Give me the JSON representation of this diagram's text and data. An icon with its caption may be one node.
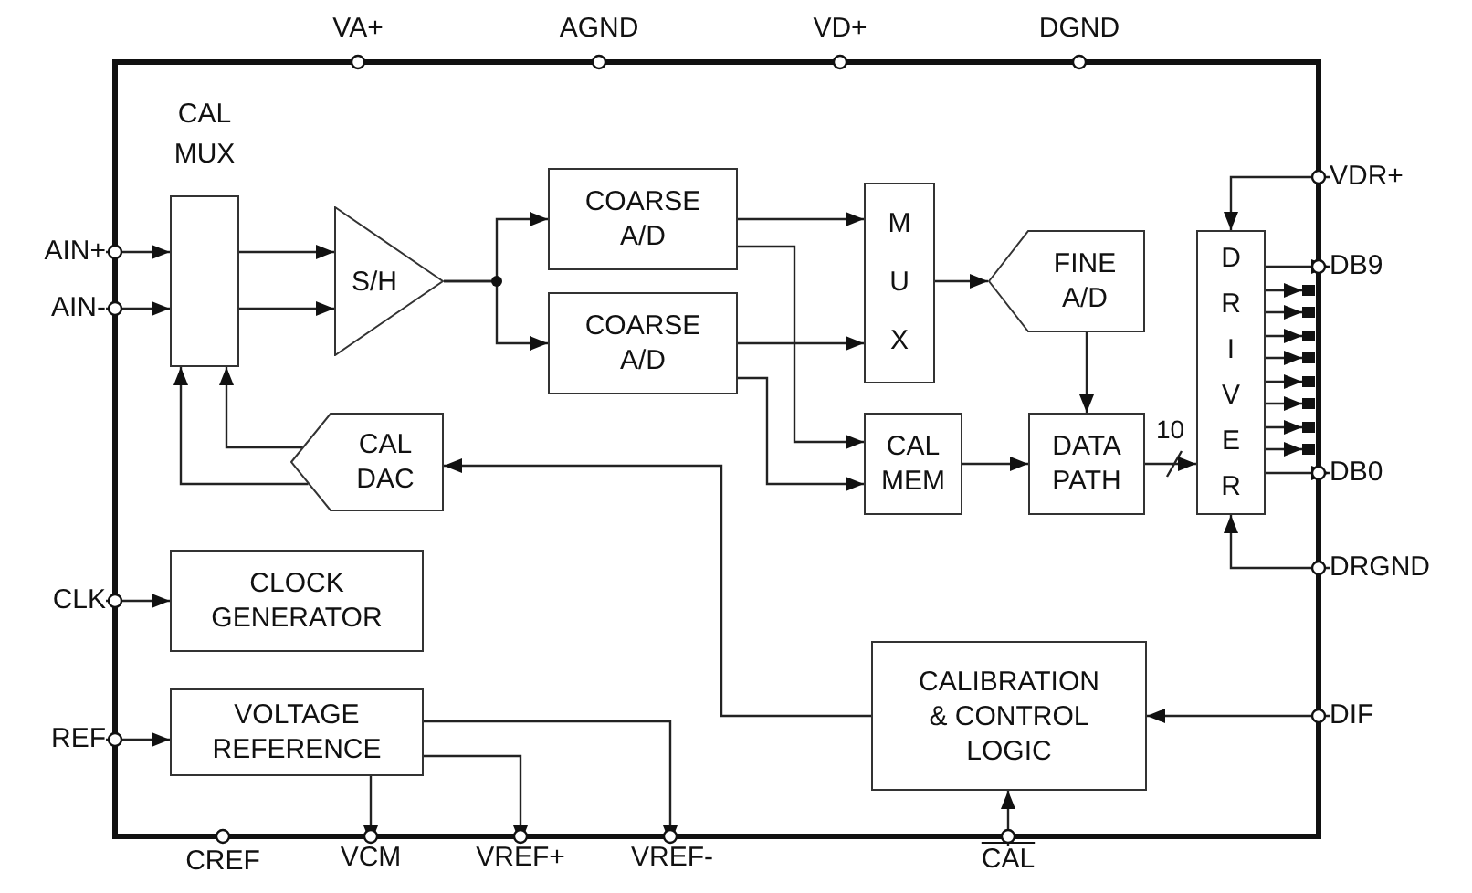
{
  "diagram": {
    "nodes": [
      {
        "text": [
          "AIN+"
        ]
      },
      {
        "text": [
          "AIN-"
        ]
      },
      {
        "text": [
          "CAL MUX"
        ]
      },
      {
        "text": [
          "S/H"
        ]
      },
      {
        "text": [
          "COARSE A/D"
        ]
      },
      {
        "text": [
          "COARSE A/D"
        ]
      },
      {
        "text": [
          "M U X"
        ]
      },
      {
        "text": [
          "FINE A/D"
        ]
      },
      {
        "text": [
          "CAL MEM"
        ]
      },
      {
        "text": [
          "DATA PATH"
        ]
      },
      {
        "text": [
          "D R I V E R"
        ]
      },
      {
        "text": [
          "VDR+"
        ]
      },
      {
        "text": [
          "DB9"
        ]
      },
      {
        "text": [
          "DB0"
        ]
      },
      {
        "text": [
          "DRGND"
        ]
      },
      {
        "text": [
          "CAL DAC"
        ]
      },
      {
        "text": [
          "CLOCK GENERATOR"
        ]
      },
      {
        "text": [
          "CLK"
        ]
      },
      {
        "text": [
          "REF"
        ]
      },
      {
        "text": [
          "VOLTAGE REFERENCE"
        ]
      },
      {
        "text": [
          "CALIBRATION & CONTROL LOGIC"
        ]
      },
      {
        "text": [
          "DIF"
        ]
      },
      {
        "text": [
          "VCM"
        ]
      },
      {
        "text": [
          "VREF+"
        ]
      },
      {
        "text": [
          "VREF-"
        ]
      },
      {
        "text": [
          "CAL"
        ]
      },
      {
        "text": [],
        "shape": "bar"
      },
      {
        "text": [],
        "shape": "bar"
      },
      {
        "text": [],
        "shape": "bar"
      },
      {
        "text": [],
        "shape": "bar"
      },
      {
        "text": [],
        "shape": "bar"
      },
      {
        "text": [],
        "shape": "bar"
      },
      {
        "text": [],
        "shape": "bar"
      },
      {
        "text": [],
        "shape": "bar"
      }
    ],
    "edges": [
      {
        "from": 0,
        "to": 2,
        "arrow": "to"
      },
      {
        "from": 1,
        "to": 2,
        "arrow": "to"
      },
      {
        "from": 2,
        "to": 3,
        "arrow": "to"
      },
      {
        "from": 2,
        "to": 3,
        "arrow": "to"
      },
      {
        "from": 3,
        "to": 4,
        "arrow": "to"
      },
      {
        "from": 3,
        "to": 5,
        "arrow": "to"
      },
      {
        "from": 4,
        "to": 6,
        "arrow": "to"
      },
      {
        "from": 5,
        "to": 6,
        "arrow": "to"
      },
      {
        "from": 4,
        "to": 8,
        "arrow": "to"
      },
      {
        "from": 5,
        "to": 8,
        "arrow": "to"
      },
      {
        "from": 6,
        "to": 7,
        "arrow": "to"
      },
      {
        "from": 7,
        "to": 9,
        "arrow": "to"
      },
      {
        "from": 8,
        "to": 9,
        "arrow": "to"
      },
      {
        "from": 9,
        "to": 10,
        "arrow": "to",
        "label": "10"
      },
      {
        "from": 11,
        "to": 10,
        "arrow": "to"
      },
      {
        "from": 14,
        "to": 10,
        "arrow": "to"
      },
      {
        "from": 10,
        "to": 12,
        "arrow": "to"
      },
      {
        "from": 10,
        "to": 26,
        "arrow": "to"
      },
      {
        "from": 10,
        "to": 27,
        "arrow": "to"
      },
      {
        "from": 10,
        "to": 28,
        "arrow": "to"
      },
      {
        "from": 10,
        "to": 29,
        "arrow": "to"
      },
      {
        "from": 10,
        "to": 30,
        "arrow": "to"
      },
      {
        "from": 10,
        "to": 31,
        "arrow": "to"
      },
      {
        "from": 10,
        "to": 32,
        "arrow": "to"
      },
      {
        "from": 10,
        "to": 33,
        "arrow": "to"
      },
      {
        "from": 10,
        "to": 13,
        "arrow": "to"
      },
      {
        "from": 15,
        "to": 2,
        "arrow": "to"
      },
      {
        "from": 15,
        "to": 2,
        "arrow": "to"
      },
      {
        "from": 20,
        "to": 15,
        "arrow": "to"
      },
      {
        "from": 21,
        "to": 20,
        "arrow": "to"
      },
      {
        "from": 25,
        "to": 20,
        "arrow": "to"
      },
      {
        "from": 17,
        "to": 16,
        "arrow": "to"
      },
      {
        "from": 18,
        "to": 19,
        "arrow": "to"
      },
      {
        "from": 19,
        "to": 22,
        "arrow": "to"
      },
      {
        "from": 19,
        "to": 23,
        "arrow": "to"
      },
      {
        "from": 19,
        "to": 24,
        "arrow": "to"
      }
    ],
    "labels": [
      "VA+",
      "AGND",
      "VD+",
      "DGND",
      "CREF"
    ]
  }
}
